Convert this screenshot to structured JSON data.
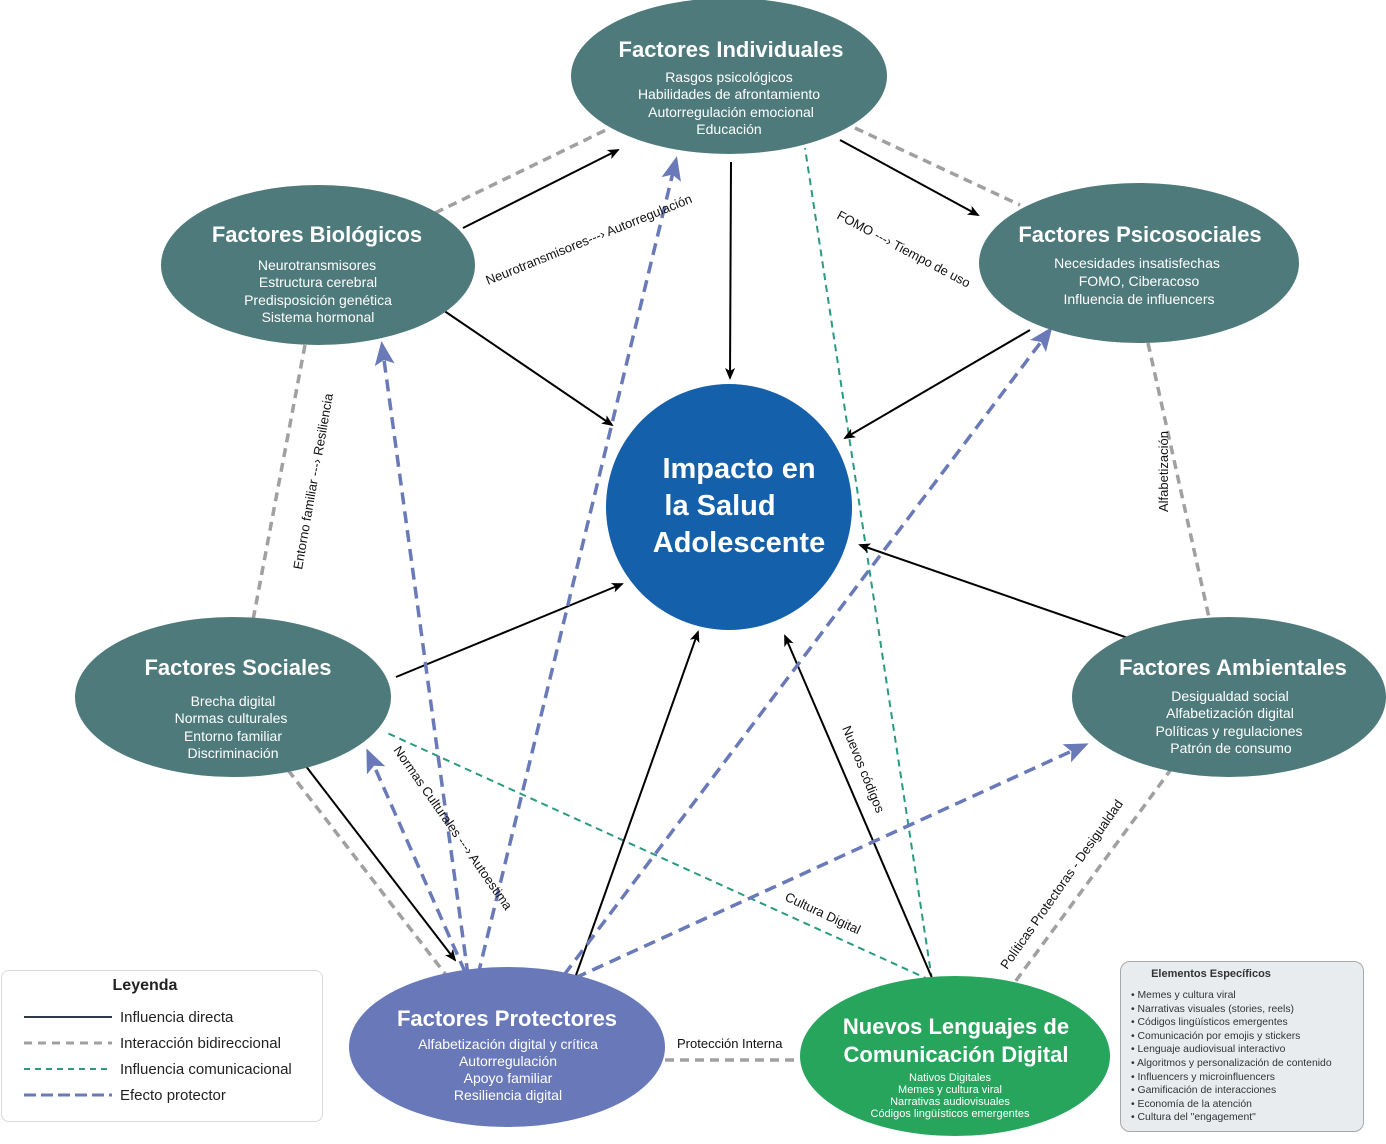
{
  "center": {
    "lines": [
      "Impacto en",
      "la Salud",
      "Adolescente"
    ],
    "color": "#1560aa"
  },
  "nodes": {
    "individuales": {
      "title": "Factores Individuales",
      "items": [
        "Rasgos psicológicos",
        "Habilidades de afrontamiento",
        "Autorregulación emocional",
        "Educación"
      ],
      "color": "#4e7a7b"
    },
    "biologicos": {
      "title": "Factores Biológicos",
      "items": [
        "Neurotransmisores",
        "Estructura cerebral",
        "Predisposición genética",
        "Sistema hormonal"
      ],
      "color": "#4e7a7b"
    },
    "psicosociales": {
      "title": "Factores Psicosociales",
      "items": [
        "Necesidades insatisfechas",
        "FOMO, Ciberacoso",
        "Influencia de influencers"
      ],
      "color": "#4e7a7b"
    },
    "sociales": {
      "title": "Factores Sociales",
      "items": [
        "Brecha digital",
        "Normas culturales",
        "Entorno familiar",
        "Discriminación"
      ],
      "color": "#4e7a7b"
    },
    "ambientales": {
      "title": "Factores Ambientales",
      "items": [
        "Desigualdad social",
        "Alfabetización digital",
        "Políticas y regulaciones",
        "Patrón de consumo"
      ],
      "color": "#4e7a7b"
    },
    "protectores": {
      "title": "Factores Protectores",
      "items": [
        "Alfabetización digital y crítica",
        "Autorregulación",
        "Apoyo familiar",
        "Resiliencia digital"
      ],
      "color": "#6878b9"
    },
    "lenguajes": {
      "title_lines": [
        "Nuevos Lenguajes de",
        "Comunicación Digital"
      ],
      "items": [
        "Nativos Digitales",
        "Memes y cultura viral",
        "Narrativas audiovisuales",
        "Códigos lingüísticos emergentes"
      ],
      "color": "#27a55d"
    }
  },
  "edge_labels": {
    "neuro_autorreg": "Neurotransmisores---› Autorregulación",
    "fomo_tiempo": "FOMO ---› Tiempo de uso",
    "entorno_resiliencia": "Entorno familiar ---› Resiliencia",
    "alfabetizacion": "Alfabetización",
    "normas_autoestima": "Normas Culturales ---› Autoestima",
    "nuevos_codigos": "Nuevos códigos",
    "cultura_digital": "Cultura Digital",
    "politicas_desigualdad": "Políticas Protectoras - Desigualdad",
    "proteccion_interna": "Protección Interna"
  },
  "edge_colors": {
    "direct": "#000000",
    "bidirectional": "#a0a0a0",
    "communication": "#2a9a80",
    "protective": "#6a7ab8"
  },
  "legend": {
    "title": "Leyenda",
    "items": [
      {
        "label": "Influencia directa",
        "style": "direct"
      },
      {
        "label": "Interacción bidireccional",
        "style": "bidirectional"
      },
      {
        "label": "Influencia comunicacional",
        "style": "communication"
      },
      {
        "label": "Efecto protector",
        "style": "protective"
      }
    ]
  },
  "specific_elements": {
    "title": "Elementos Específicos",
    "items": [
      "Memes y cultura viral",
      "Narrativas visuales (stories, reels)",
      "Códigos lingüísticos emergentes",
      "Comunicación por emojis y stickers",
      "Lenguaje audiovisual interactivo",
      "Algoritmos y personalización de contenido",
      "Influencers y microinfluencers",
      "Gamificación de interacciones",
      "Economía de la atención",
      "Cultura del \"engagement\""
    ]
  }
}
